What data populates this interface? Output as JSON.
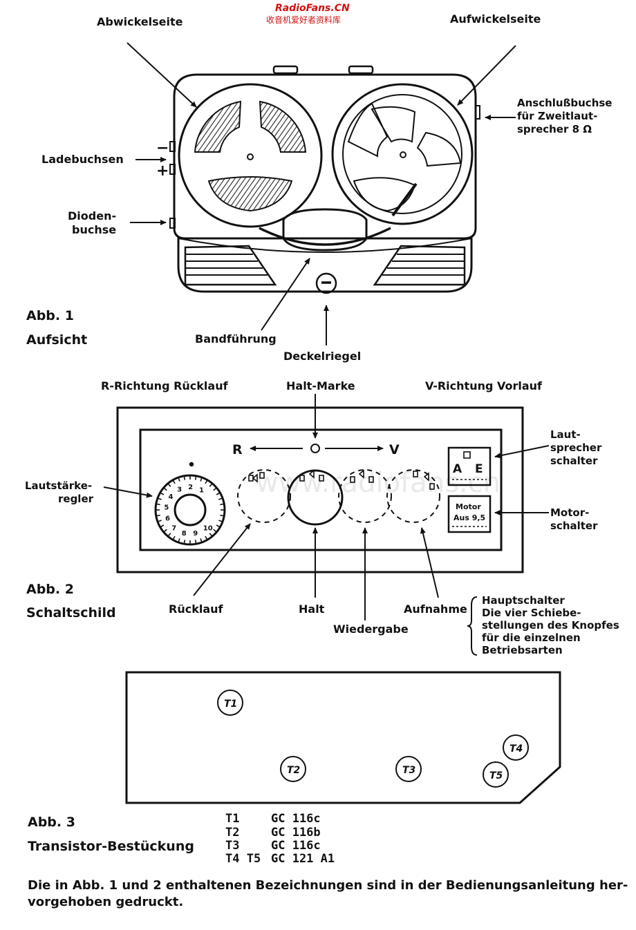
{
  "watermark": {
    "site": "RadioFans.CN",
    "subtitle": "收音机爱好者资料库",
    "faint": "www.radiofans.cn"
  },
  "fig1": {
    "abb": "Abb. 1",
    "title": "Aufsicht",
    "labels": {
      "abwickelseite": "Abwickelseite",
      "aufwickelseite": "Aufwickelseite",
      "anschluss1": "Anschlußbuchse",
      "anschluss2": "für Zweitlaut-",
      "anschluss3": "sprecher 8 Ω",
      "ladebuchsen": "Ladebuchsen",
      "minus": "−",
      "plus": "+",
      "dioden1": "Dioden-",
      "dioden2": "buchse",
      "bandfuehrung": "Bandführung",
      "deckelriegel": "Deckelriegel"
    }
  },
  "fig2": {
    "abb": "Abb. 2",
    "title": "Schaltschild",
    "labels": {
      "r_richtung": "R-Richtung Rücklauf",
      "halt_marke": "Halt-Marke",
      "v_richtung": "V-Richtung Vorlauf",
      "r": "R",
      "v": "V",
      "lautstaerke1": "Lautstärke-",
      "lautstaerke2": "regler",
      "laut1": "Laut-",
      "laut2": "sprecher",
      "laut3": "schalter",
      "motor1": "Motor-",
      "motor2": "schalter",
      "switch_a": "A",
      "switch_e": "E",
      "motor_box1": "Motor",
      "motor_box2": "Aus 9,5",
      "ruecklauf": "Rücklauf",
      "halt": "Halt",
      "wiedergabe": "Wiedergabe",
      "aufnahme": "Aufnahme",
      "haupt1": "Hauptschalter",
      "haupt2": "Die vier Schiebe-",
      "haupt3": "stellungen des Knopfes",
      "haupt4": "für die einzelnen",
      "haupt5": "Betriebsarten"
    },
    "dial_numbers": [
      "1",
      "2",
      "3",
      "4",
      "5",
      "6",
      "7",
      "8",
      "9",
      "10"
    ]
  },
  "fig3": {
    "abb": "Abb. 3",
    "title": "Transistor-Bestückung",
    "board_labels": [
      "T1",
      "T2",
      "T3",
      "T4",
      "T5"
    ],
    "table": [
      {
        "t": "T1",
        "type": "GC 116c"
      },
      {
        "t": "T2",
        "type": "GC 116b"
      },
      {
        "t": "T3",
        "type": "GC 116c"
      },
      {
        "t": "T4  T5",
        "type": "GC 121 A1"
      }
    ]
  },
  "footer": {
    "line1": "Die in Abb. 1 und 2 enthaltenen Bezeichnungen sind in der Bedienungsanleitung her-",
    "line2": "vorgehoben gedruckt."
  }
}
